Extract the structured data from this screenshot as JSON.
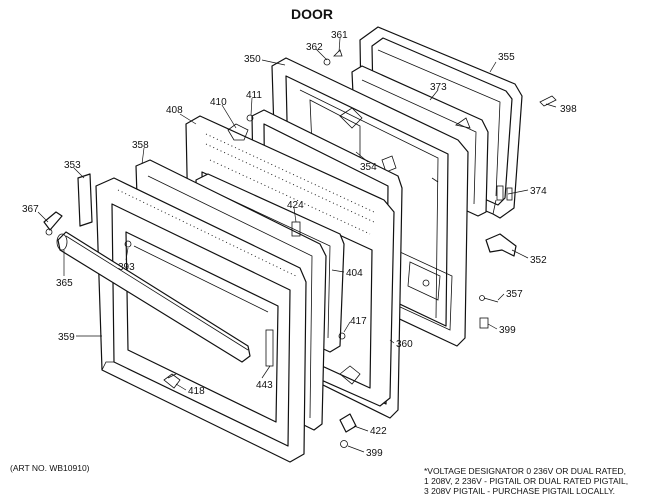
{
  "title": "DOOR",
  "art_number": "(ART NO. WB10910)",
  "footnote": {
    "line1": "*VOLTAGE DESIGNATOR 0  236V OR DUAL RATED,",
    "line2": "1  208V, 2  236V - PIGTAIL OR DUAL RATED PIGTAIL,",
    "line3": "3  208V  PIGTAIL - PURCHASE PIGTAIL LOCALLY."
  },
  "parts": [
    {
      "id": "p362",
      "label": "362"
    },
    {
      "id": "p361",
      "label": "361"
    },
    {
      "id": "p355",
      "label": "355"
    },
    {
      "id": "p350",
      "label": "350"
    },
    {
      "id": "p373",
      "label": "373"
    },
    {
      "id": "p398",
      "label": "398"
    },
    {
      "id": "p410",
      "label": "410"
    },
    {
      "id": "p411",
      "label": "411"
    },
    {
      "id": "p408",
      "label": "408"
    },
    {
      "id": "p354",
      "label": "354"
    },
    {
      "id": "p358",
      "label": "358"
    },
    {
      "id": "p374",
      "label": "374"
    },
    {
      "id": "p353",
      "label": "353"
    },
    {
      "id": "p424",
      "label": "424"
    },
    {
      "id": "p367",
      "label": "367"
    },
    {
      "id": "p352",
      "label": "352"
    },
    {
      "id": "p393",
      "label": "393"
    },
    {
      "id": "p404",
      "label": "404"
    },
    {
      "id": "p365",
      "label": "365"
    },
    {
      "id": "p357",
      "label": "357"
    },
    {
      "id": "p417",
      "label": "417"
    },
    {
      "id": "p399a",
      "label": "399"
    },
    {
      "id": "p359",
      "label": "359"
    },
    {
      "id": "p360",
      "label": "360"
    },
    {
      "id": "p443",
      "label": "443"
    },
    {
      "id": "p418",
      "label": "418"
    },
    {
      "id": "p422",
      "label": "422"
    },
    {
      "id": "p399b",
      "label": "399"
    }
  ]
}
